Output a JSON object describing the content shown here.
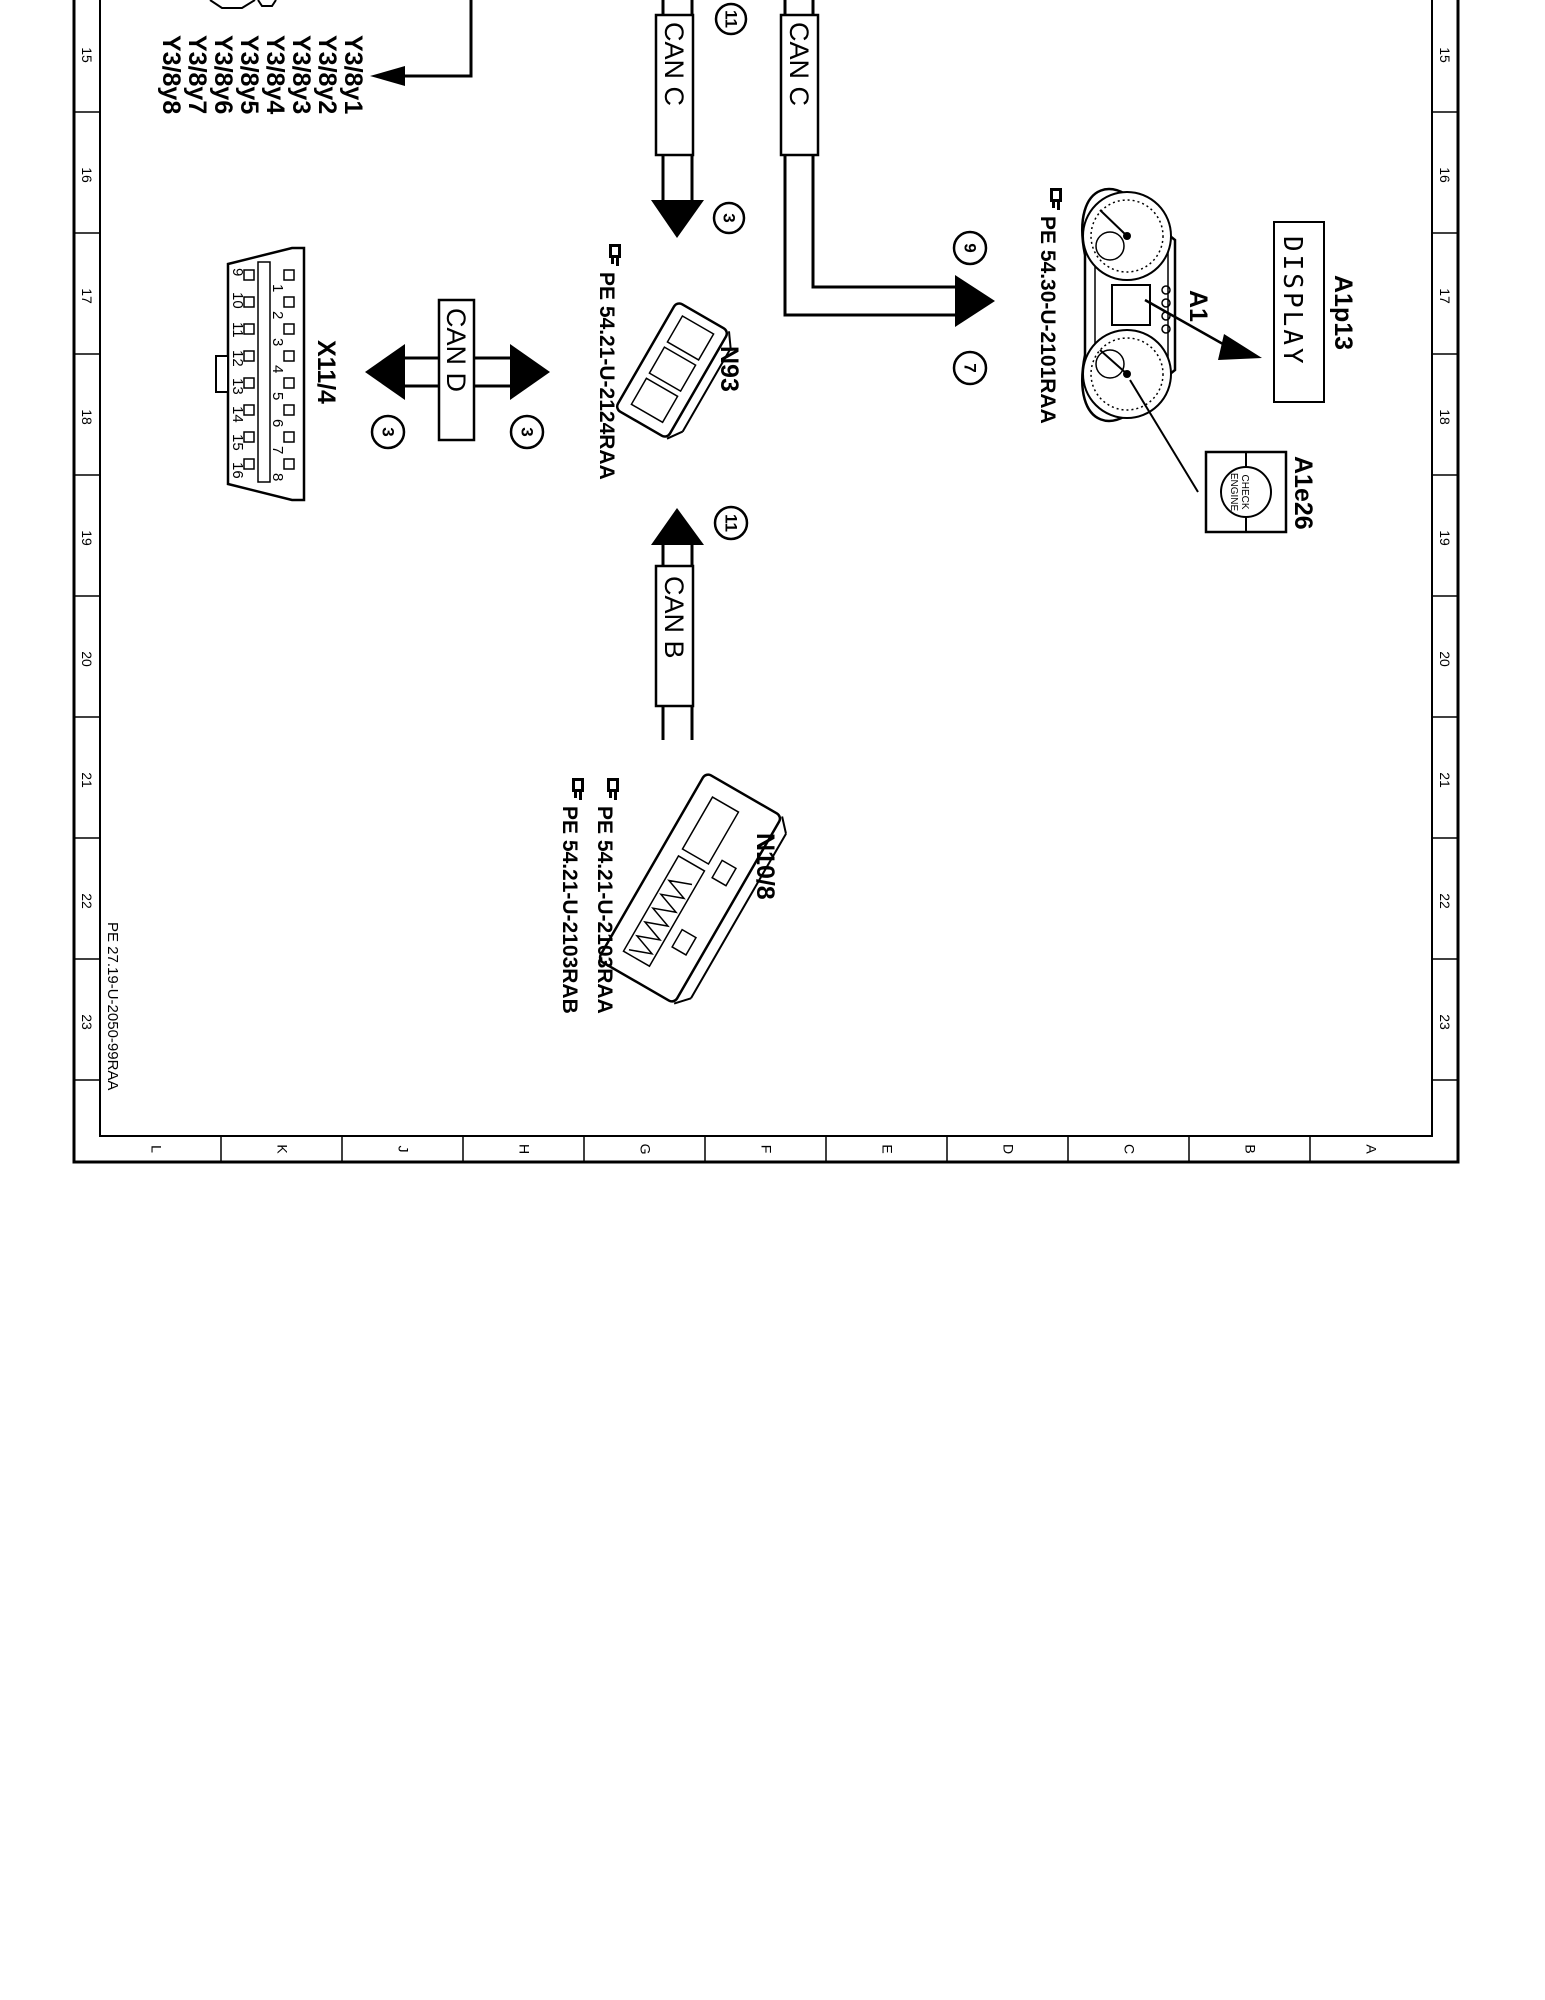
{
  "grid": {
    "rows": [
      "15",
      "16",
      "17",
      "18",
      "19",
      "20",
      "21",
      "22",
      "23"
    ],
    "cols": [
      "L",
      "K",
      "J",
      "H",
      "G",
      "F",
      "E",
      "D",
      "C",
      "B",
      "A"
    ]
  },
  "footer": "PE 27.19-U-2050-99RAA",
  "y3_labels": [
    "Y3/8y1",
    "Y3/8y2",
    "Y3/8y3",
    "Y3/8y4",
    "Y3/8y5",
    "Y3/8y6",
    "Y3/8y7",
    "Y3/8y8"
  ],
  "components": {
    "n93": {
      "name": "N93",
      "ref": "PE 54.21-U-2124RAA"
    },
    "n10_8": {
      "name": "N10/8",
      "refs": [
        "PE 54.21-U-2103RAA",
        "PE 54.21-U-2103RAB"
      ]
    },
    "a1": {
      "name": "A1",
      "ref": "PE 54.30-U-2101RAA"
    },
    "a1p13": {
      "name": "A1p13",
      "display_text": "DISPLAY"
    },
    "a1e26": {
      "name": "A1e26",
      "lamp_text": [
        "CHECK",
        "ENGINE"
      ]
    },
    "x11_4": {
      "name": "X11/4",
      "pins_top": [
        "1",
        "2",
        "3",
        "4",
        "5",
        "6",
        "7",
        "8"
      ],
      "pins_bottom": [
        "9",
        "10",
        "11",
        "12",
        "13",
        "14",
        "15",
        "16"
      ]
    }
  },
  "buses": {
    "can_c_left": "CAN C",
    "can_c_right": "CAN C",
    "can_b": "CAN B",
    "can_d": "CAN D"
  },
  "markers": {
    "top_left_11": "11",
    "n93_in_3": "3",
    "a1_9": "9",
    "a1_7": "7",
    "can_d_right_3": "3",
    "can_d_left_3": "3",
    "can_b_11": "11"
  }
}
